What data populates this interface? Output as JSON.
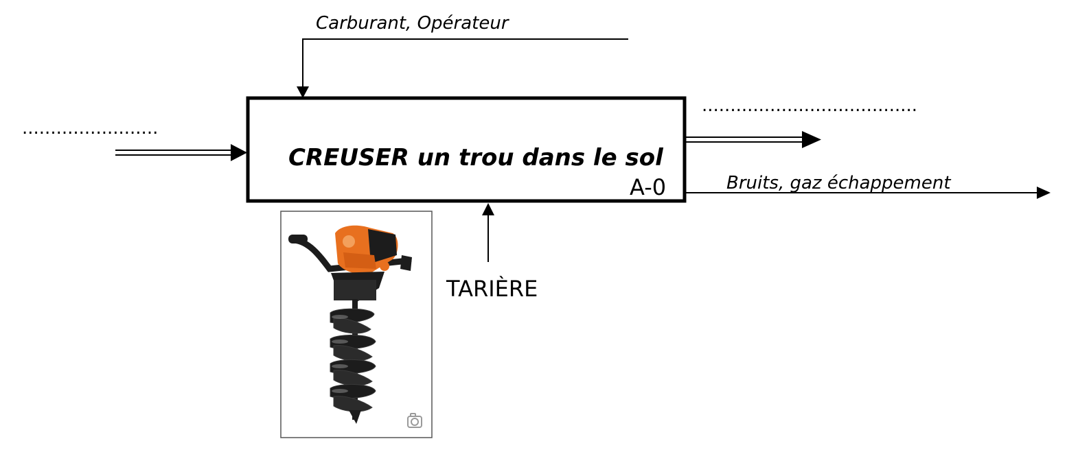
{
  "diagram": {
    "function_label": "CREUSER un trou dans le sol",
    "node_code": "A-0",
    "control_label": "Carburant, Opérateur",
    "input_label": "........................",
    "output_main_label": "......................................",
    "output_secondary_label": "Bruits, gaz échappement",
    "mechanism_label": "TARIÈRE",
    "image": {
      "subject": "earth auger (tarière thermique)",
      "watermark": "camera-logo"
    },
    "colors": {
      "line": "#000000",
      "engine_orange": "#e8701f",
      "metal_dark": "#1c1c1c",
      "frame_border": "#555555"
    }
  }
}
